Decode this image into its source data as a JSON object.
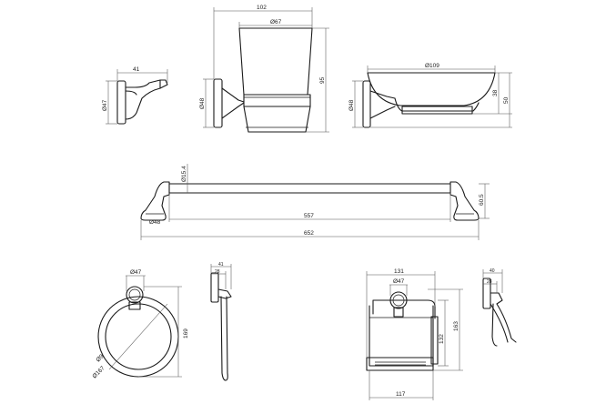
{
  "dimensions": {
    "cup_width": "102",
    "cup_diameter": "Ø67",
    "cup_height": "95",
    "cup_base": "Ø48",
    "hook_width": "41",
    "hook_base": "Ø47",
    "dish_diameter": "Ø109",
    "dish_base": "Ø48",
    "dish_height": "38",
    "dish_total": "50",
    "rail_tube": "Ø15.4",
    "rail_base": "Ø48",
    "rail_depth": "60.5",
    "rail_inner": "557",
    "rail_total": "652",
    "ring_base": "Ø47",
    "ring_tube": "Ø9",
    "ring_outer": "Ø167",
    "ring_height": "169",
    "ring_side_outer": "41",
    "ring_side_inner": "28",
    "paper_width": "131",
    "paper_base": "Ø47",
    "paper_inner_h": "132",
    "paper_total_h": "163",
    "paper_bottom": "117",
    "paper_side_outer": "40",
    "paper_side_inner": "28"
  }
}
